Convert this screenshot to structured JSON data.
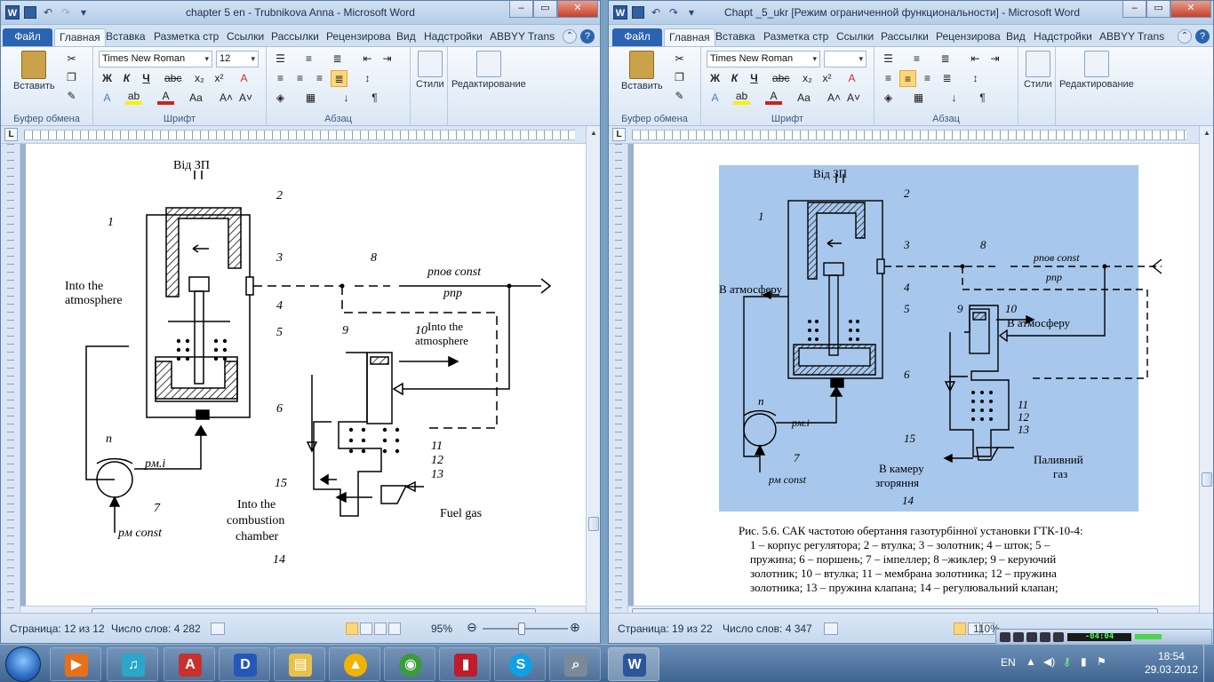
{
  "left_window": {
    "title": "chapter 5 en - Trubnikova Anna - Microsoft Word",
    "tabs": [
      "Файл",
      "Главная",
      "Вставка",
      "Разметка стр",
      "Ссылки",
      "Рассылки",
      "Рецензирова",
      "Вид",
      "Надстройки",
      "ABBYY Translat"
    ],
    "ribbon": {
      "paste_label": "Вставить",
      "clipboard_label": "Буфер обмена",
      "font_name": "Times New Roman",
      "font_size": "12",
      "font_group_label": "Шрифт",
      "paragraph_group_label": "Абзац",
      "styles_label": "Стили",
      "editing_label": "Редактирование"
    },
    "figure": {
      "from_zp": "Від ЗП",
      "into_atmosphere_l": "Into the",
      "into_atmosphere_l2": "atmosphere",
      "into_atmosphere_r": "Into the",
      "into_atmosphere_r2": "atmosphere",
      "p_pov_const": "pпов const",
      "p_pr": "pпр",
      "p_mi": "pм.i",
      "p_m_const": "pм const",
      "n": "n",
      "combustion1": "Into the",
      "combustion2": "combustion",
      "combustion3": "chamber",
      "fuel_gas": "Fuel gas",
      "labels": [
        "1",
        "2",
        "3",
        "4",
        "5",
        "6",
        "7",
        "8",
        "9",
        "10",
        "11",
        "12",
        "13",
        "14",
        "15"
      ]
    },
    "status": {
      "page": "Страница: 12 из 12",
      "words": "Число слов: 4 282",
      "zoom": "95%"
    }
  },
  "right_window": {
    "title": "Chapt _5_ukr [Режим ограниченной функциональности] - Microsoft Word",
    "tabs": [
      "Файл",
      "Главная",
      "Вставка",
      "Разметка стр",
      "Ссылки",
      "Рассылки",
      "Рецензирова",
      "Вид",
      "Надстройки",
      "ABBYY Translat"
    ],
    "ribbon": {
      "paste_label": "Вставить",
      "clipboard_label": "Буфер обмена",
      "font_name": "Times New Roman",
      "font_size": "",
      "font_group_label": "Шрифт",
      "paragraph_group_label": "Абзац",
      "styles_label": "Стили",
      "editing_label": "Редактирование"
    },
    "figure": {
      "from_zp": "Від ЗП",
      "to_atmosphere_l": "В атмосферу",
      "to_atmosphere_r": "В атмосферу",
      "p_pov_const": "pпов const",
      "p_pr": "pпр",
      "p_mi": "pм.i",
      "p_m_const": "pм const",
      "n": "n",
      "chamber1": "В камеру",
      "chamber2": "згоряння",
      "fuel1": "Паливний",
      "fuel2": "газ",
      "labels": [
        "1",
        "2",
        "3",
        "4",
        "5",
        "6",
        "7",
        "8",
        "9",
        "10",
        "11",
        "12",
        "13",
        "14",
        "15"
      ]
    },
    "caption": {
      "title": "Рис. 5.6. САК частотою обертання газотурбінної установки ГТК-10-4:",
      "line1": "1 – корпус регулятора; 2 – втулка; 3 – золотник; 4 – шток; 5 –",
      "line2": "пружина; 6 – поршень; 7 – імпеллер; 8 –жиклер; 9 – керуючий",
      "line3": "золотник; 10 – втулка; 11 – мембрана золотника; 12 – пружина",
      "line4": "золотника; 13 – пружина клапана; 14 – регулювальний клапан;"
    },
    "status": {
      "page": "Страница: 19 из 22",
      "words": "Число слов: 4 347",
      "zoom": "110%"
    }
  },
  "media_player": {
    "time": "-04:04"
  },
  "taskbar": {
    "lang": "EN",
    "time": "18:54",
    "date": "29.03.2012"
  },
  "colors": {
    "figure_bg": "#a7c7ec",
    "file_tab": "#2a63b0",
    "taskbar": "#3f6590"
  }
}
